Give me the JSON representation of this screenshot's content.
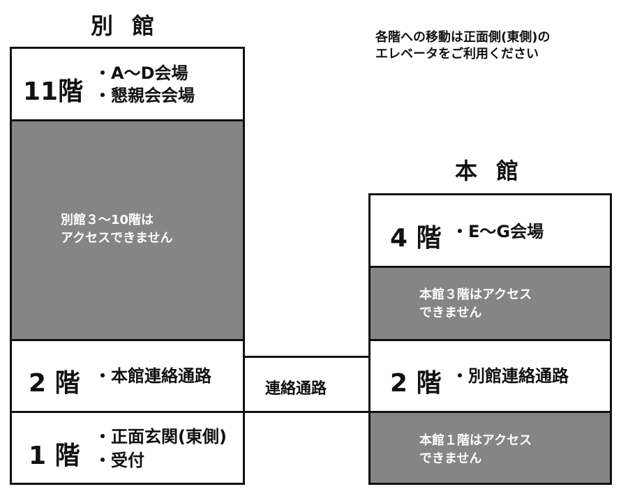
{
  "annex": {
    "title": "別 館",
    "floor11": {
      "label": "11階",
      "items": [
        "・A～D会場",
        "・懇親会会場"
      ]
    },
    "closed": {
      "lines": [
        "別館３～10階は",
        "アクセスできません"
      ]
    },
    "floor2": {
      "label": "2 階",
      "items": [
        "・本館連絡通路"
      ]
    },
    "floor1": {
      "label": "1 階",
      "items": [
        "・正面玄関(東側)",
        "・受付"
      ]
    }
  },
  "connector": {
    "label": "連絡通路"
  },
  "main": {
    "title": "本 館",
    "floor4": {
      "label": "4 階",
      "items": [
        "・E～G会場"
      ]
    },
    "floor3": {
      "lines": [
        "本館３階はアクセス",
        "できません"
      ]
    },
    "floor2": {
      "label": "2 階",
      "items": [
        "・別館連絡通路"
      ]
    },
    "floor1": {
      "lines": [
        "本館１階はアクセス",
        "できません"
      ]
    }
  },
  "notice": {
    "lines": [
      "各階への移動は正面側(東側)の",
      "エレベータをご利用ください"
    ]
  },
  "colors": {
    "closed": "#858585",
    "border": "#111111"
  }
}
